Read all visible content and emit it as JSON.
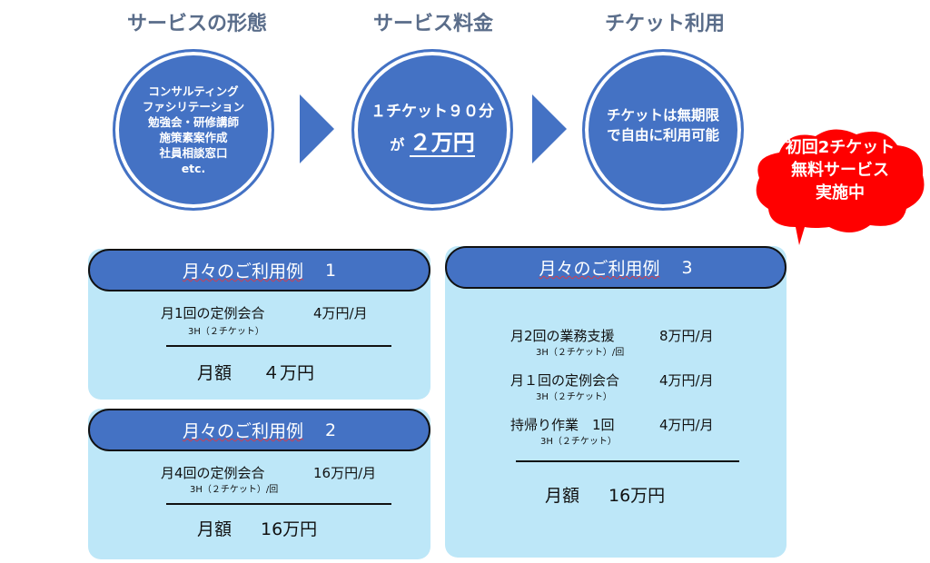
{
  "steps": [
    {
      "title": "サービスの形態",
      "lines": [
        "コンサルティング",
        "ファシリテーション",
        "勉強会・研修講師",
        "施策素案作成",
        "社員相談窓口",
        "etc."
      ]
    },
    {
      "title": "サービス料金",
      "line1": "１チケット９０分",
      "line2_prefix": "が",
      "line2_price": "２万円"
    },
    {
      "title": "チケット利用",
      "lines": [
        "チケットは無期限",
        "で自由に利用可能"
      ]
    }
  ],
  "promo": {
    "lines": [
      "初回2チケット",
      "無料サービス",
      "実施中"
    ],
    "color": "#ff0000"
  },
  "examples": [
    {
      "header": "月々のご利用例",
      "num": "1",
      "items": [
        {
          "name": "月1回の定例会合",
          "price": "4万円/月",
          "note": "3H（２チケット）"
        }
      ],
      "total_label": "月額",
      "total": "４万円"
    },
    {
      "header": "月々のご利用例",
      "num": "2",
      "items": [
        {
          "name": "月4回の定例会合",
          "price": "16万円/月",
          "note": "3H（２チケット）/回"
        }
      ],
      "total_label": "月額",
      "total": "16万円"
    },
    {
      "header": "月々のご利用例",
      "num": "3",
      "items": [
        {
          "name": "月2回の業務支援",
          "price": "8万円/月",
          "note": "3H（２チケット）/回"
        },
        {
          "name": "月１回の定例会合",
          "price": "4万円/月",
          "note": "3H（２チケット）"
        },
        {
          "name": "持帰り作業　1回",
          "price": "4万円/月",
          "note": "3H（２チケット）"
        }
      ],
      "total_label": "月額",
      "total": "16万円"
    }
  ],
  "colors": {
    "blue": "#4472c4",
    "light": "#bde7f8",
    "title": "#5a6d8a"
  }
}
